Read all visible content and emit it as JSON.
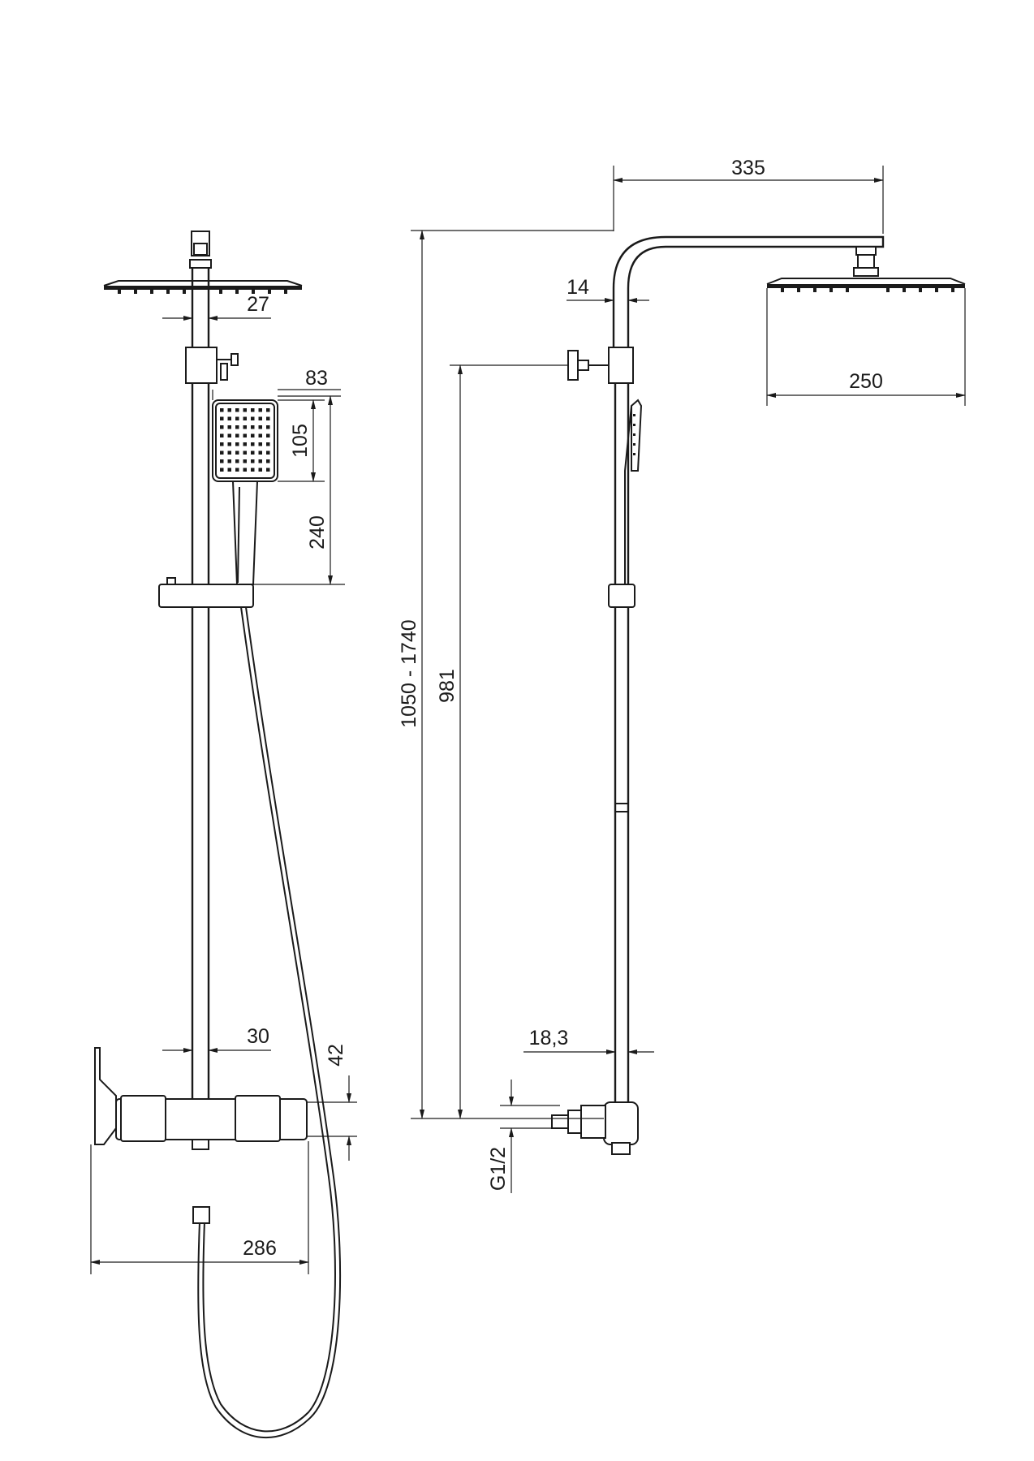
{
  "dimensions": {
    "arm_length": "335",
    "head_depth_front": "27",
    "pipe_offset": "14",
    "hand_shower_width": "83",
    "hand_shower_head": "105",
    "hand_shower_length": "240",
    "height_range": "1050 - 1740",
    "bar_height": "981",
    "head_diameter": "250",
    "bar_diameter": "30",
    "bar_tube": "18,3",
    "mixer_height": "42",
    "connection": "G1/2",
    "mixer_width": "286"
  }
}
